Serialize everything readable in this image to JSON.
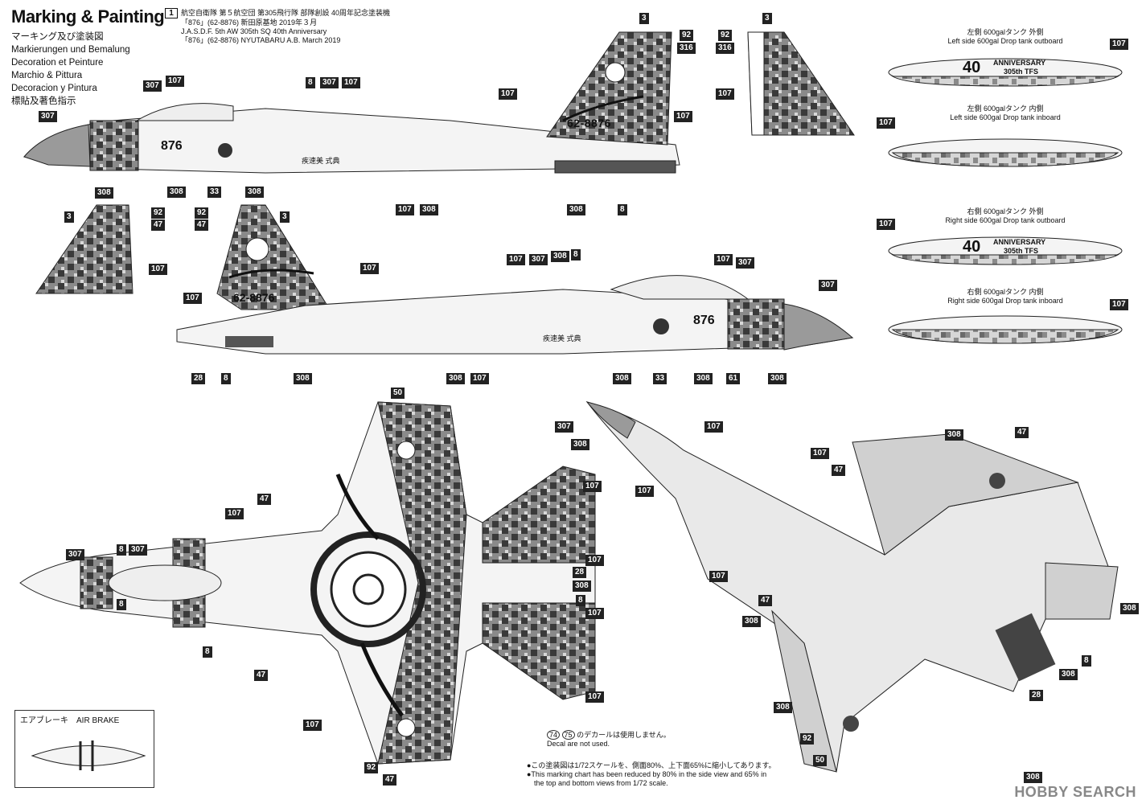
{
  "title": "Marking & Painting",
  "languages": [
    "マーキング及び塗装図",
    "Markierungen und Bemalung",
    "Decoration et Peinture",
    "Marchio & Pittura",
    "Decoracion y Pintura",
    "標貼及著色指示"
  ],
  "header": {
    "box": "1",
    "line1": "航空自衛隊 第５航空団 第305飛行隊 部隊創設 40周年記念塗装機",
    "line2": "「876」(62-8876) 新田原基地 2019年３月",
    "line3": "J.A.S.D.F. 5th AW 305th SQ 40th Anniversary",
    "line4": "「876」(62-8876) NYUTABARU A.B. March 2019"
  },
  "aircraft": {
    "serial": "62-8876",
    "code": "876",
    "calligraphy": "疾速美 式典"
  },
  "anniversary": {
    "big": "40",
    "text": "ANNIVERSARY",
    "unit": "305th TFS"
  },
  "tanks": [
    {
      "jp": "左側 600galタンク 外側",
      "en": "Left side 600gal Drop tank outboard"
    },
    {
      "jp": "左側 600galタンク 内側",
      "en": "Left side 600gal Drop tank inboard"
    },
    {
      "jp": "右側 600galタンク 外側",
      "en": "Right side 600gal Drop tank outboard"
    },
    {
      "jp": "右側 600galタンク 内側",
      "en": "Right side 600gal Drop tank inboard"
    }
  ],
  "airbrake_label": "エアブレーキ　AIR BRAKE",
  "decal_note_jp": "のデカールは使用しません。",
  "decal_note_en": "Decal      are not used.",
  "decal_ids": [
    "74",
    "75"
  ],
  "scale_note_jp": "●この塗装図は1/72スケールを、側面80%、上下面65%に縮小してあります。",
  "scale_note_en1": "●This marking chart has been reduced by 80% in the side view and 65% in",
  "scale_note_en2": "the top and bottom views from 1/72 scale.",
  "watermark": "HOBBY SEARCH",
  "colors": {
    "camo_dark": "#3a3a3a",
    "camo_mid": "#8a8a8a",
    "camo_light": "#c8c8c8",
    "tag_bg": "#222222"
  }
}
